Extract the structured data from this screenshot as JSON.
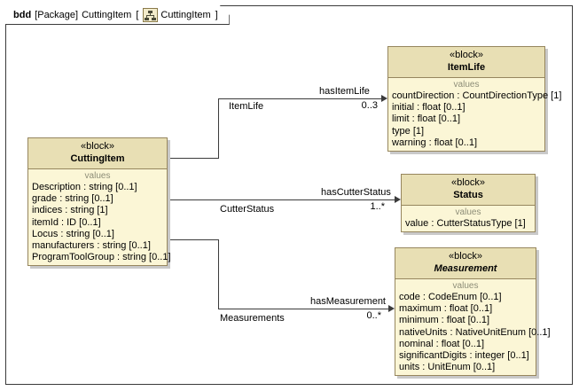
{
  "diagram": {
    "frame_header": {
      "kind": "bdd",
      "package_keyword": "[Package]",
      "package_name": "CuttingItem",
      "bracket_open": "[",
      "icon": "bdd-diagram-icon",
      "diagram_name": "CuttingItem",
      "bracket_close": "]"
    },
    "colors": {
      "block_header_fill": "#e8dfb4",
      "block_compartment_fill": "#fbf6d6",
      "block_border": "#96865e",
      "shadow": "#c9c9c9",
      "line": "#3b3b3b",
      "frame_border": "#3a3a3a",
      "compartment_title_text": "#8d8d78",
      "background": "#ffffff"
    }
  },
  "blocks": [
    {
      "id": "cuttingitem",
      "stereotype": "«block»",
      "name": "CuttingItem",
      "abstract": false,
      "compartment_title": "values",
      "properties": [
        "Description : string [0..1]",
        "grade : string [0..1]",
        "indices : string [1]",
        "itemId : ID [0..1]",
        "Locus : string [0..1]",
        "manufacturers : string [0..1]",
        "ProgramToolGroup : string [0..1]"
      ]
    },
    {
      "id": "itemlife",
      "stereotype": "«block»",
      "name": "ItemLife",
      "abstract": false,
      "compartment_title": "values",
      "properties": [
        "countDirection : CountDirectionType [1]",
        "initial : float [0..1]",
        "limit : float [0..1]",
        "type [1]",
        "warning : float [0..1]"
      ]
    },
    {
      "id": "status",
      "stereotype": "«block»",
      "name": "Status",
      "abstract": false,
      "compartment_title": "values",
      "properties": [
        "value : CutterStatusType [1]"
      ]
    },
    {
      "id": "measurement",
      "stereotype": "«block»",
      "name": "Measurement",
      "abstract": true,
      "compartment_title": "values",
      "properties": [
        "code : CodeEnum [0..1]",
        "maximum : float [0..1]",
        "minimum : float [0..1]",
        "nativeUnits : NativeUnitEnum [0..1]",
        "nominal : float [0..1]",
        "significantDigits : integer [0..1]",
        "units : UnitEnum [0..1]"
      ]
    }
  ],
  "associations": [
    {
      "id": "has-item-life",
      "name": "hasItemLife",
      "role": "ItemLife",
      "multiplicity": "0..3",
      "source": "CuttingItem",
      "target": "ItemLife"
    },
    {
      "id": "has-cutter-status",
      "name": "hasCutterStatus",
      "role": "CutterStatus",
      "multiplicity": "1..*",
      "source": "CuttingItem",
      "target": "Status"
    },
    {
      "id": "has-measurement",
      "name": "hasMeasurement",
      "role": "Measurements",
      "multiplicity": "0..*",
      "source": "CuttingItem",
      "target": "Measurement"
    }
  ]
}
